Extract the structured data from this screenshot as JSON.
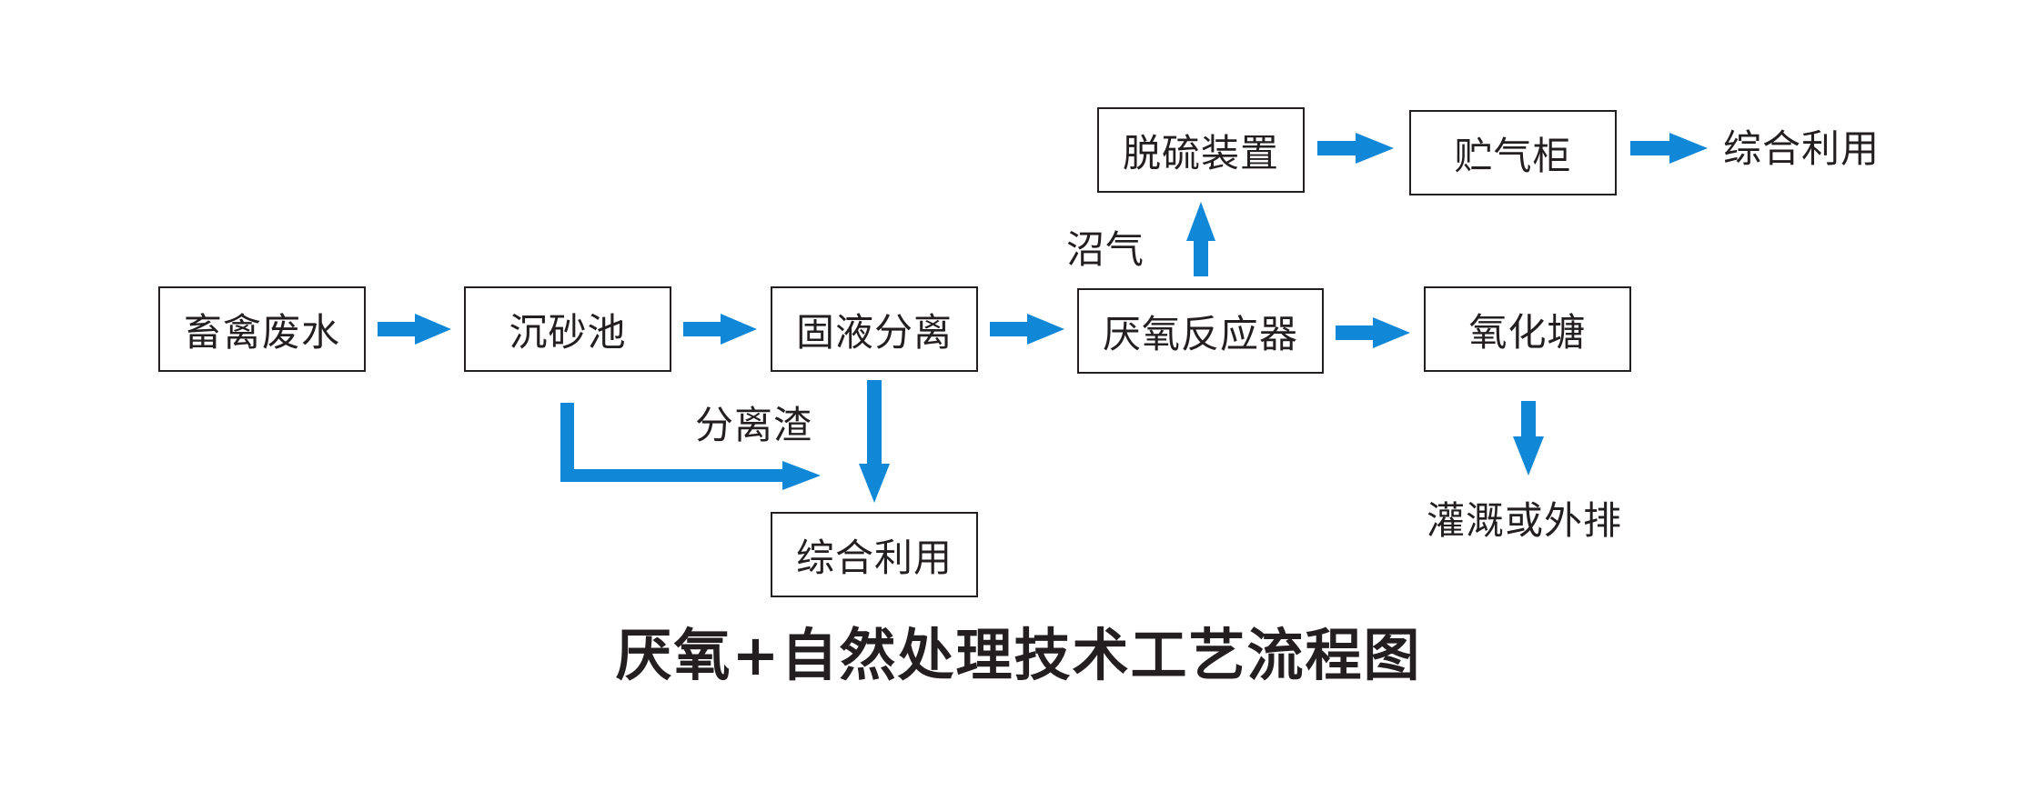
{
  "title": "厌氧+自然处理技术工艺流程图",
  "accent_color": "#1187d8",
  "nodes": {
    "livestock_wastewater": "畜禽废水",
    "grit_chamber": "沉砂池",
    "solid_liquid_separation": "固液分离",
    "anaerobic_reactor": "厌氧反应器",
    "oxidation_pond": "氧化塘",
    "desulfurization_device": "脱硫装置",
    "gas_holder": "贮气柜",
    "comprehensive_use_bottom": "综合利用"
  },
  "labels": {
    "biogas": "沼气",
    "separated_residue": "分离渣",
    "comprehensive_use_top": "综合利用",
    "irrigation_or_discharge": "灌溉或外排"
  }
}
